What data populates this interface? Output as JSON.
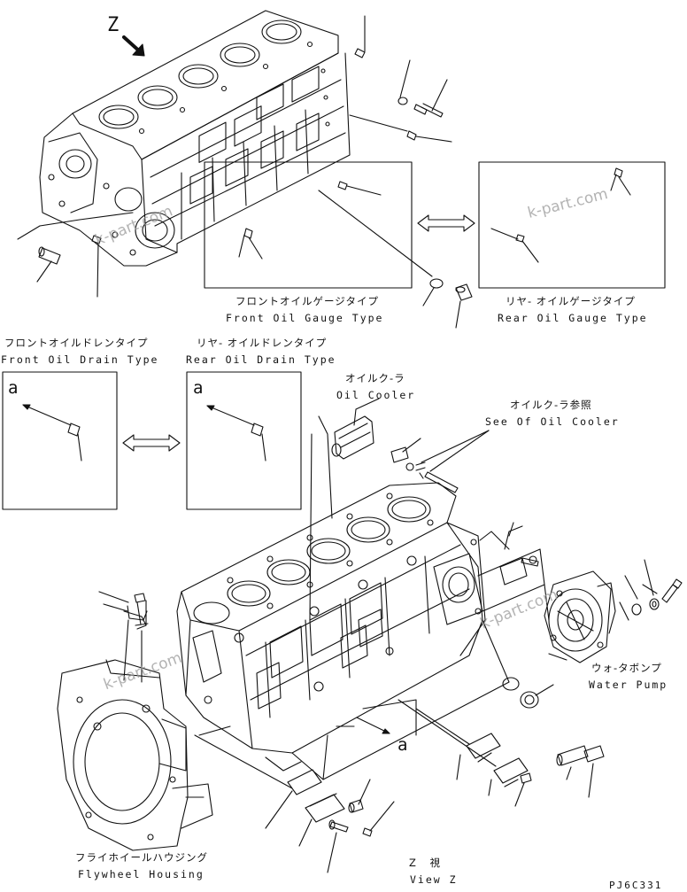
{
  "labels": {
    "view_marker": "Z",
    "front_gauge_jp": "フロントオイルゲージタイプ",
    "front_gauge_en": "Front Oil Gauge Type",
    "rear_gauge_jp": "リヤ- オイルゲージタイプ",
    "rear_gauge_en": "Rear Oil Gauge Type",
    "front_drain_jp": "フロントオイルドレンタイプ",
    "front_drain_en": "Front Oil Drain Type",
    "rear_drain_jp": "リヤ- オイルドレンタイプ",
    "rear_drain_en": "Rear Oil Drain Type",
    "oil_cooler_jp": "オイルク-ラ",
    "oil_cooler_en": "Oil Cooler",
    "see_cooler_jp": "オイルク-ラ参照",
    "see_cooler_en": "See Of Oil Cooler",
    "water_pump_jp": "ウォ-タボンプ",
    "water_pump_en": "Water Pump",
    "flywheel_jp": "フライホイールハウジング",
    "flywheel_en": "Flywheel Housing",
    "view_z_jp": "Z 視",
    "view_z_en": "View Z",
    "ref_a_left": "a",
    "ref_a_right": "a",
    "ref_a_main": "a",
    "drawing_code": "PJ6C331"
  },
  "watermarks": [
    "k-part.com",
    "k-part.com",
    "k-part.com",
    "k-part.com"
  ],
  "colors": {
    "line": "#111111",
    "watermark": "#9a9a9a",
    "background": "#ffffff"
  }
}
